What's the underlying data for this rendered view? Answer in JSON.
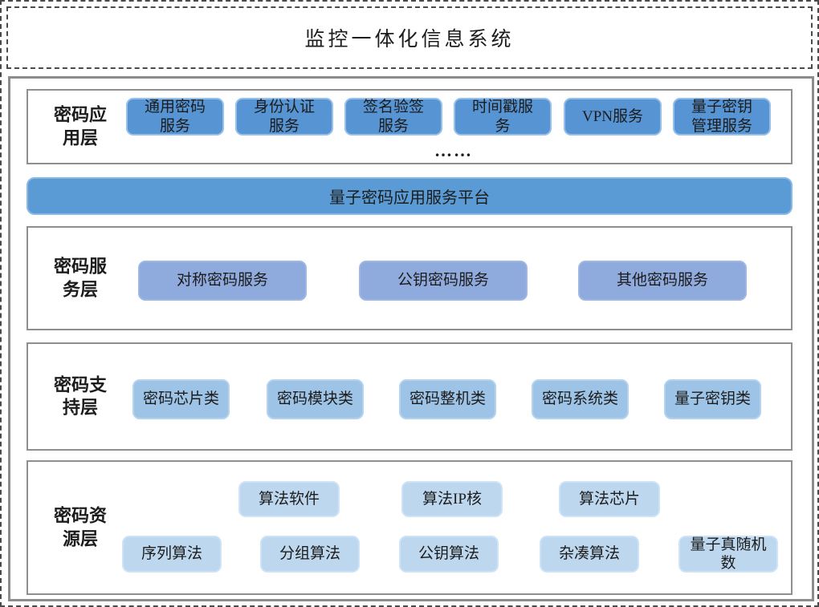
{
  "title": "监控一体化信息系统",
  "ellipsis": "……",
  "platform": {
    "label": "量子密码应用服务平台",
    "color": "#5B9BD5"
  },
  "colors": {
    "application_box": "#5694D3",
    "service_box": "#8FAADC",
    "support_box": "#9DC3E6",
    "resource_box": "#BDD7EE",
    "frame_border": "#8C8C8C",
    "dashed_border": "#4A4A4A"
  },
  "layers": [
    {
      "name": "application",
      "label_lines": [
        "密码应",
        "用层"
      ],
      "boxes": [
        {
          "lines": [
            "通用密码",
            "服务"
          ]
        },
        {
          "lines": [
            "身份认证",
            "服务"
          ]
        },
        {
          "lines": [
            "签名验签",
            "服务"
          ]
        },
        {
          "lines": [
            "时间戳服",
            "务"
          ]
        },
        {
          "lines": [
            "VPN服务"
          ]
        },
        {
          "lines": [
            "量子密钥",
            "管理服务"
          ]
        }
      ]
    },
    {
      "name": "service",
      "label_lines": [
        "密码服",
        "务层"
      ],
      "boxes": [
        {
          "lines": [
            "对称密码服务"
          ]
        },
        {
          "lines": [
            "公钥密码服务"
          ]
        },
        {
          "lines": [
            "其他密码服务"
          ]
        }
      ]
    },
    {
      "name": "support",
      "label_lines": [
        "密码支",
        "持层"
      ],
      "boxes": [
        {
          "lines": [
            "密码芯片类"
          ]
        },
        {
          "lines": [
            "密码模块类"
          ]
        },
        {
          "lines": [
            "密码整机类"
          ]
        },
        {
          "lines": [
            "密码系统类"
          ]
        },
        {
          "lines": [
            "量子密钥类"
          ]
        }
      ]
    },
    {
      "name": "resource",
      "label_lines": [
        "密码资",
        "源层"
      ],
      "boxes_top": [
        {
          "lines": [
            "算法软件"
          ]
        },
        {
          "lines": [
            "算法IP核"
          ]
        },
        {
          "lines": [
            "算法芯片"
          ]
        }
      ],
      "boxes_bottom": [
        {
          "lines": [
            "序列算法"
          ]
        },
        {
          "lines": [
            "分组算法"
          ]
        },
        {
          "lines": [
            "公钥算法"
          ]
        },
        {
          "lines": [
            "杂凑算法"
          ]
        },
        {
          "lines": [
            "量子真随机",
            "数"
          ]
        }
      ]
    }
  ]
}
